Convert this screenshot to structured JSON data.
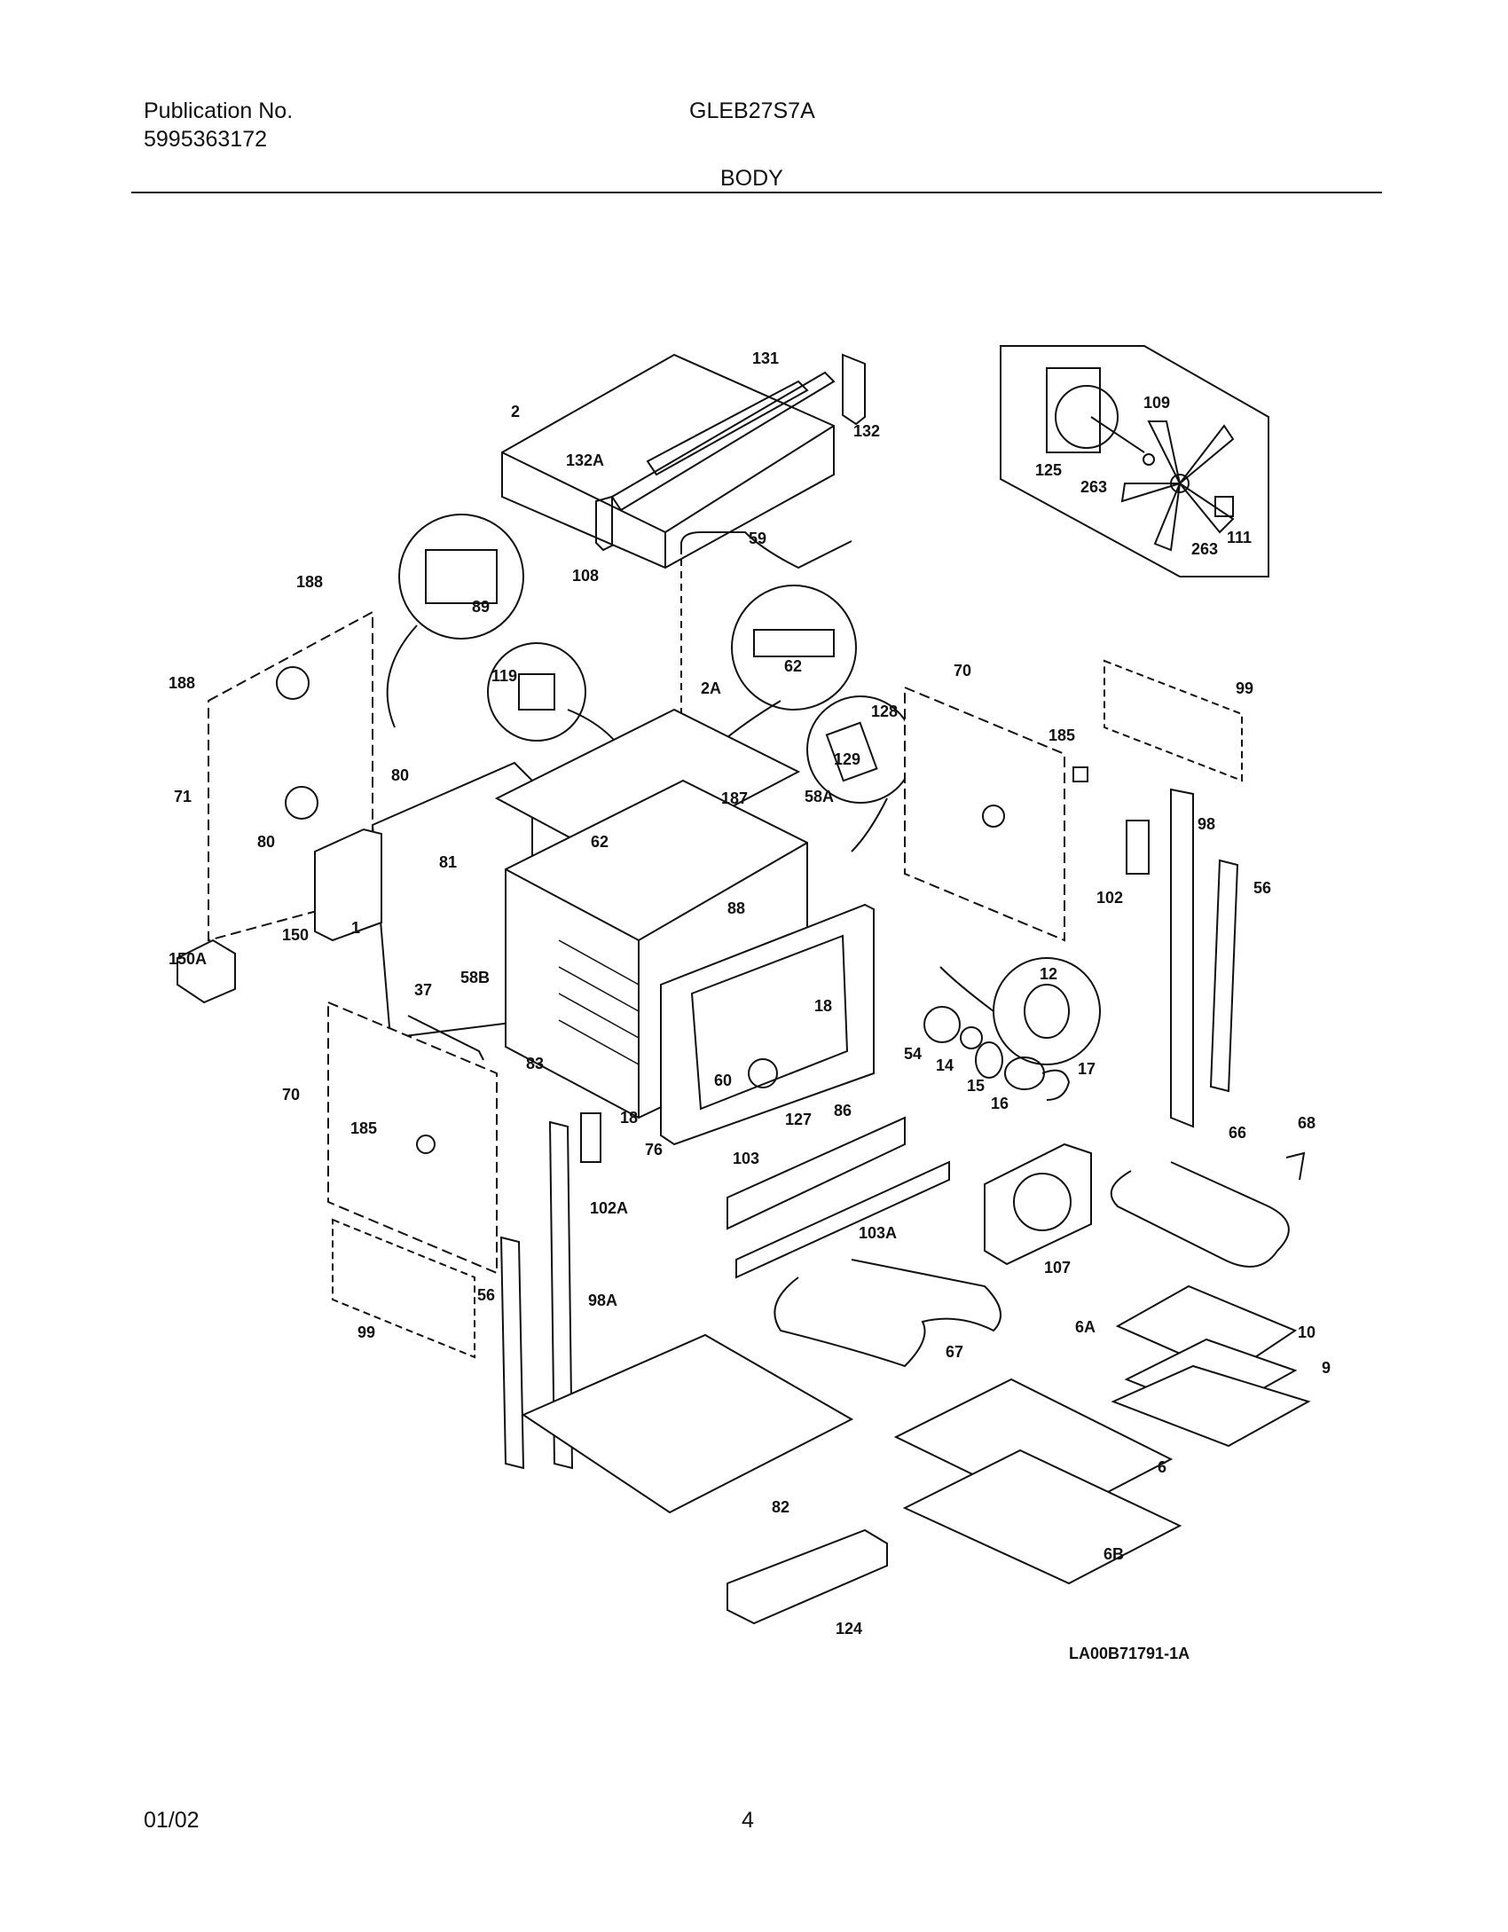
{
  "header": {
    "publication_label": "Publication No.",
    "publication_number": "5995363172",
    "model": "GLEB27S7A",
    "section_title": "BODY"
  },
  "diagram": {
    "drawing_code": "LA00B71791-1A",
    "callouts": [
      {
        "id": "131",
        "label": "131"
      },
      {
        "id": "2",
        "label": "2"
      },
      {
        "id": "132",
        "label": "132"
      },
      {
        "id": "132A",
        "label": "132A"
      },
      {
        "id": "109",
        "label": "109"
      },
      {
        "id": "125",
        "label": "125"
      },
      {
        "id": "263a",
        "label": "263"
      },
      {
        "id": "263b",
        "label": "263"
      },
      {
        "id": "111",
        "label": "111"
      },
      {
        "id": "59",
        "label": "59"
      },
      {
        "id": "188a",
        "label": "188"
      },
      {
        "id": "188b",
        "label": "188"
      },
      {
        "id": "89",
        "label": "89"
      },
      {
        "id": "108",
        "label": "108"
      },
      {
        "id": "62a",
        "label": "62"
      },
      {
        "id": "62b",
        "label": "62"
      },
      {
        "id": "119",
        "label": "119"
      },
      {
        "id": "2A",
        "label": "2A"
      },
      {
        "id": "70a",
        "label": "70"
      },
      {
        "id": "70b",
        "label": "70"
      },
      {
        "id": "99a",
        "label": "99"
      },
      {
        "id": "99b",
        "label": "99"
      },
      {
        "id": "128",
        "label": "128"
      },
      {
        "id": "129",
        "label": "129"
      },
      {
        "id": "185a",
        "label": "185"
      },
      {
        "id": "185b",
        "label": "185"
      },
      {
        "id": "80a",
        "label": "80"
      },
      {
        "id": "80b",
        "label": "80"
      },
      {
        "id": "71",
        "label": "71"
      },
      {
        "id": "187",
        "label": "187"
      },
      {
        "id": "58A",
        "label": "58A"
      },
      {
        "id": "98",
        "label": "98"
      },
      {
        "id": "81",
        "label": "81"
      },
      {
        "id": "56a",
        "label": "56"
      },
      {
        "id": "56b",
        "label": "56"
      },
      {
        "id": "102",
        "label": "102"
      },
      {
        "id": "88",
        "label": "88"
      },
      {
        "id": "150",
        "label": "150"
      },
      {
        "id": "150A",
        "label": "150A"
      },
      {
        "id": "1",
        "label": "1"
      },
      {
        "id": "58B",
        "label": "58B"
      },
      {
        "id": "12",
        "label": "12"
      },
      {
        "id": "37",
        "label": "37"
      },
      {
        "id": "18a",
        "label": "18"
      },
      {
        "id": "18b",
        "label": "18"
      },
      {
        "id": "54",
        "label": "54"
      },
      {
        "id": "14",
        "label": "14"
      },
      {
        "id": "15",
        "label": "15"
      },
      {
        "id": "16",
        "label": "16"
      },
      {
        "id": "17",
        "label": "17"
      },
      {
        "id": "83",
        "label": "83"
      },
      {
        "id": "60",
        "label": "60"
      },
      {
        "id": "127",
        "label": "127"
      },
      {
        "id": "86",
        "label": "86"
      },
      {
        "id": "76",
        "label": "76"
      },
      {
        "id": "66",
        "label": "66"
      },
      {
        "id": "68",
        "label": "68"
      },
      {
        "id": "103",
        "label": "103"
      },
      {
        "id": "102A",
        "label": "102A"
      },
      {
        "id": "103A",
        "label": "103A"
      },
      {
        "id": "107",
        "label": "107"
      },
      {
        "id": "98A",
        "label": "98A"
      },
      {
        "id": "67",
        "label": "67"
      },
      {
        "id": "6A",
        "label": "6A"
      },
      {
        "id": "10",
        "label": "10"
      },
      {
        "id": "9",
        "label": "9"
      },
      {
        "id": "82",
        "label": "82"
      },
      {
        "id": "6",
        "label": "6"
      },
      {
        "id": "6B",
        "label": "6B"
      },
      {
        "id": "124",
        "label": "124"
      }
    ]
  },
  "footer": {
    "date": "01/02",
    "page": "4"
  }
}
